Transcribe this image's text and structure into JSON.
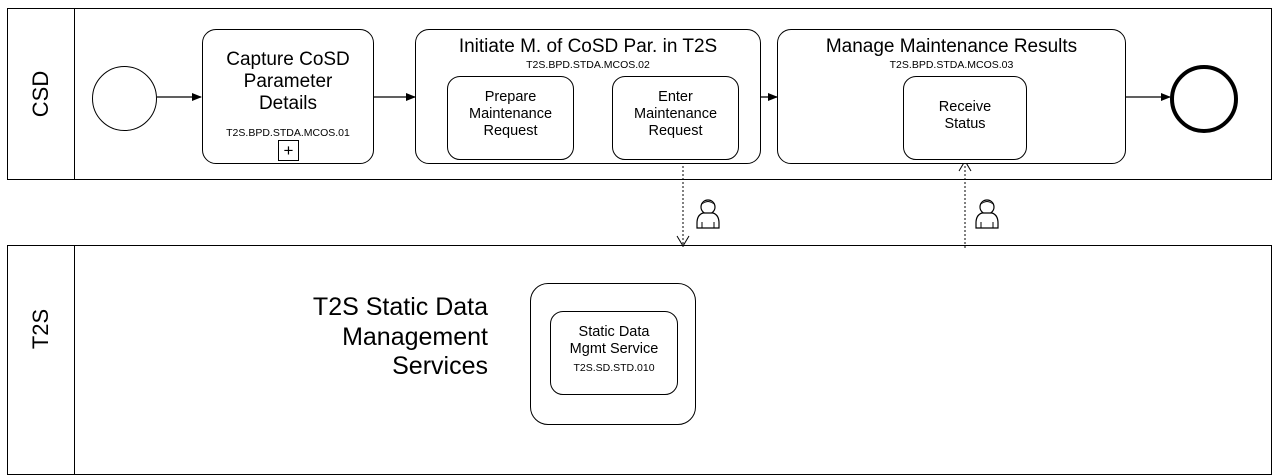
{
  "pools": {
    "csd": {
      "label": "CSD"
    },
    "t2s": {
      "label": "T2S"
    }
  },
  "tasks": {
    "capture": {
      "title": "Capture CoSD Parameter Details",
      "title_lines": [
        "Capture CoSD",
        "Parameter",
        "Details"
      ],
      "code": "T2S.BPD.STDA.MCOS.01",
      "marker": "+"
    },
    "initiate": {
      "title": "Initiate M. of CoSD Par. in T2S",
      "code": "T2S.BPD.STDA.MCOS.02",
      "subtasks": [
        {
          "lines": [
            "Prepare",
            "Maintenance",
            "Request"
          ]
        },
        {
          "lines": [
            "Enter",
            "Maintenance",
            "Request"
          ]
        }
      ]
    },
    "manage": {
      "title": "Manage Maintenance Results",
      "code": "T2S.BPD.STDA.MCOS.03",
      "subtask": {
        "lines": [
          "Receive",
          "Status"
        ]
      }
    }
  },
  "t2s_group": {
    "title_lines": [
      "T2S Static Data",
      "Management",
      "Services"
    ]
  },
  "service": {
    "lines": [
      "Static Data",
      "Mgmt Service"
    ],
    "code": "T2S.SD.STD.010"
  },
  "icons": {
    "start_event": "start-event-circle",
    "end_event": "end-event-circle",
    "message_actor": "user-icon",
    "subprocess_marker": "plus-square-icon"
  },
  "colors": {
    "stroke": "#000000",
    "background": "#ffffff"
  }
}
